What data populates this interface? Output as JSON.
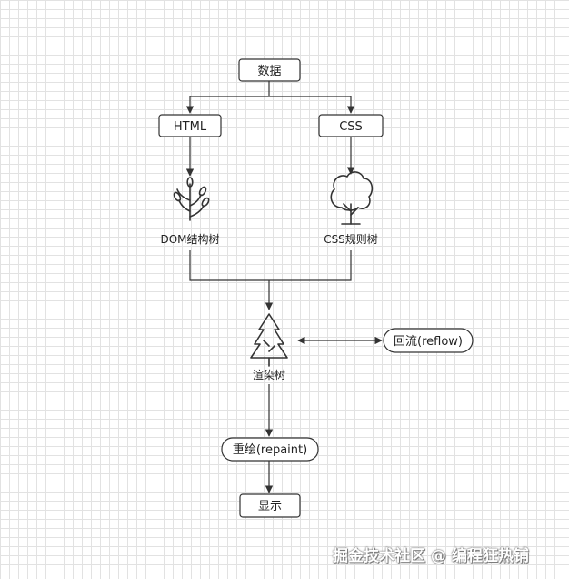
{
  "nodes": {
    "data": "数据",
    "html": "HTML",
    "css": "CSS",
    "dom_tree": "DOM结构树",
    "css_rules": "CSS规则树",
    "render_tree": "渲染树",
    "reflow": "回流(reflow)",
    "repaint": "重绘(repaint)",
    "display": "显示"
  },
  "watermark": "掘金技术社区 @ 编程狂热铺",
  "colors": {
    "stroke": "#333333",
    "grid": "#e2e2e2",
    "node_fill": "#ffffff"
  },
  "icons": [
    "sprout-icon",
    "bushy-tree-icon",
    "pine-tree-icon"
  ]
}
